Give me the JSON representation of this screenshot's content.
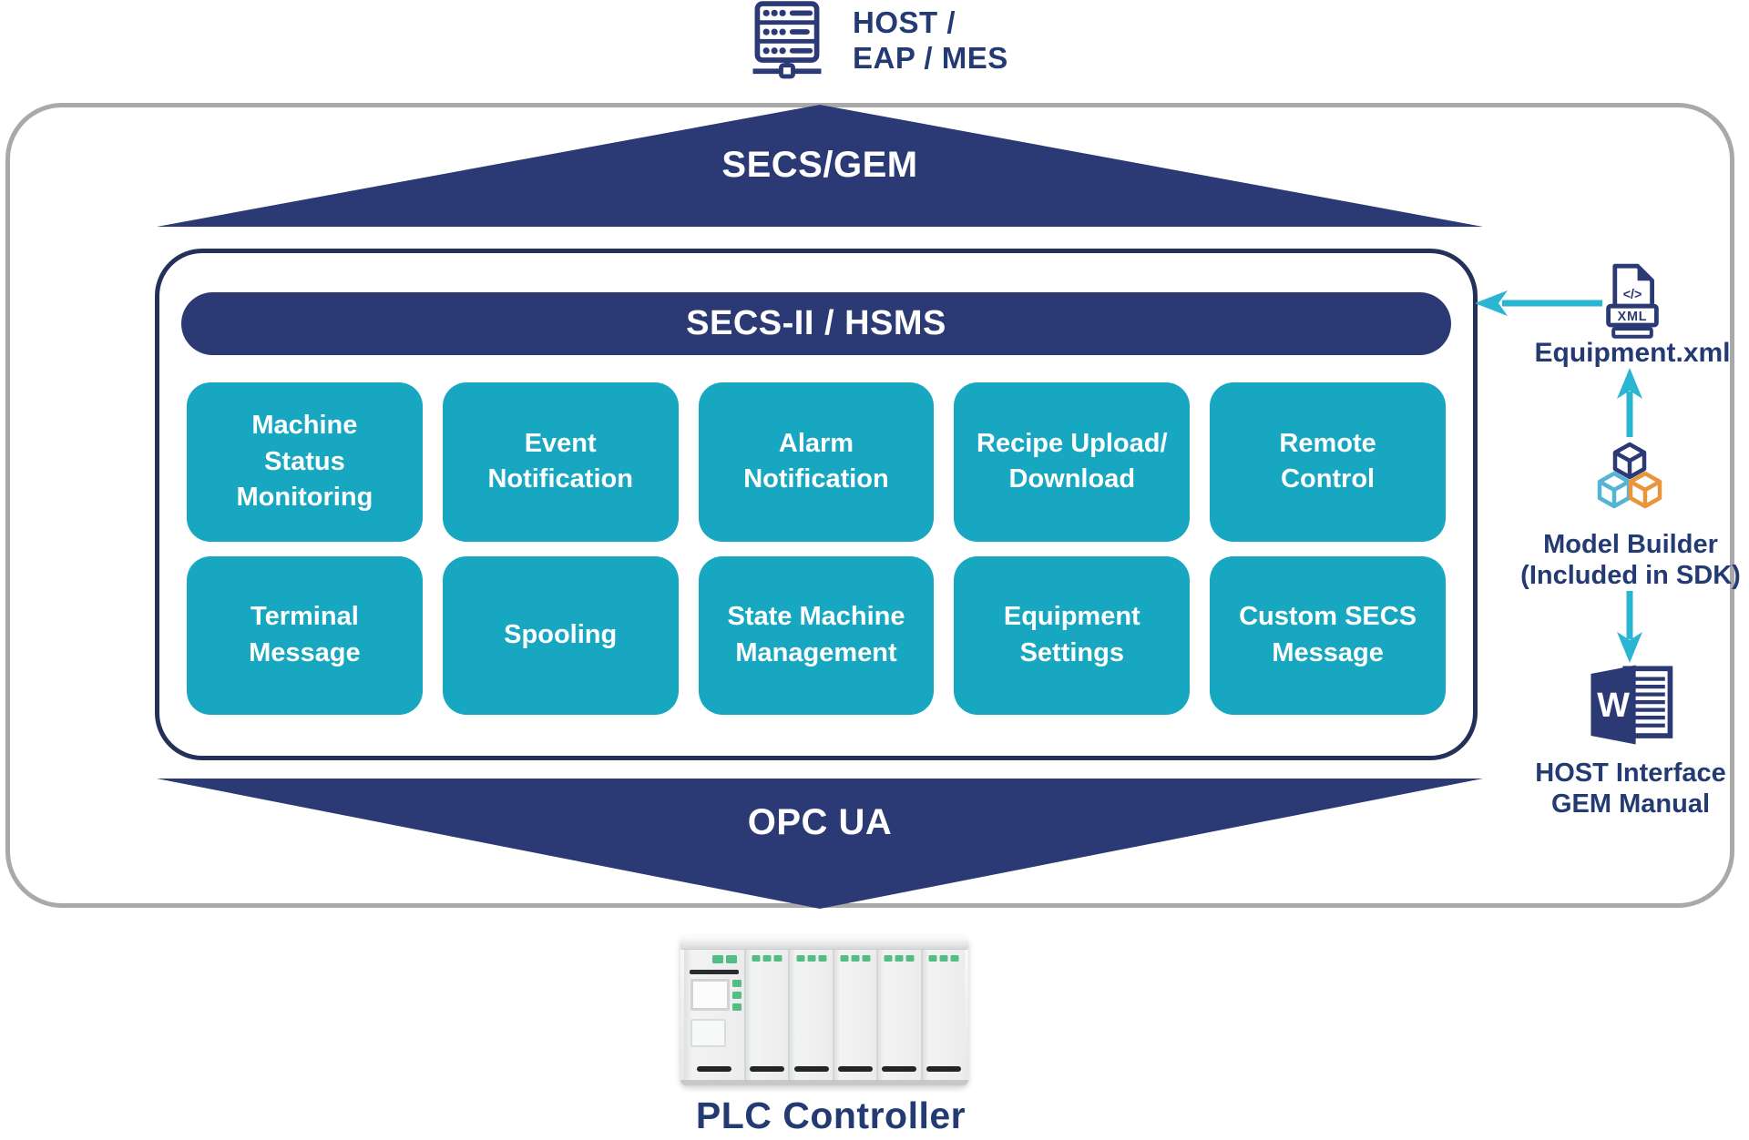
{
  "host": {
    "icon": "server-network-icon",
    "label": "HOST /\nEAP / MES"
  },
  "protocol_top": {
    "label": "SECS/GEM"
  },
  "stack": {
    "header": "SECS-II / HSMS",
    "features": [
      "Machine\nStatus\nMonitoring",
      "Event\nNotification",
      "Alarm\nNotification",
      "Recipe Upload/\nDownload",
      "Remote\nControl",
      "Terminal\nMessage",
      "Spooling",
      "State Machine\nManagement",
      "Equipment\nSettings",
      "Custom SECS\nMessage"
    ]
  },
  "protocol_bottom": {
    "label": "OPC UA"
  },
  "sidebar": {
    "equipment_xml": {
      "icon": "xml-file-icon",
      "code_glyph": "</>",
      "badge": "XML",
      "label": "Equipment.xml"
    },
    "model_builder": {
      "icon": "cubes-icon",
      "label": "Model Builder\n(Included in SDK)"
    },
    "gem_manual": {
      "icon": "word-document-icon",
      "doc_letter": "W",
      "label": "HOST Interface\nGEM Manual"
    }
  },
  "plc": {
    "label": "PLC Controller"
  },
  "colors": {
    "navy": "#2b3a74",
    "navy_text": "#233a73",
    "teal": "#18a7c1",
    "cyan_arrow": "#2ab5d2",
    "orange_cube": "#e8953b",
    "blue_cube": "#54b4d4",
    "outer_border_gray": "#a9a9a9",
    "led_green": "#53bd83"
  }
}
